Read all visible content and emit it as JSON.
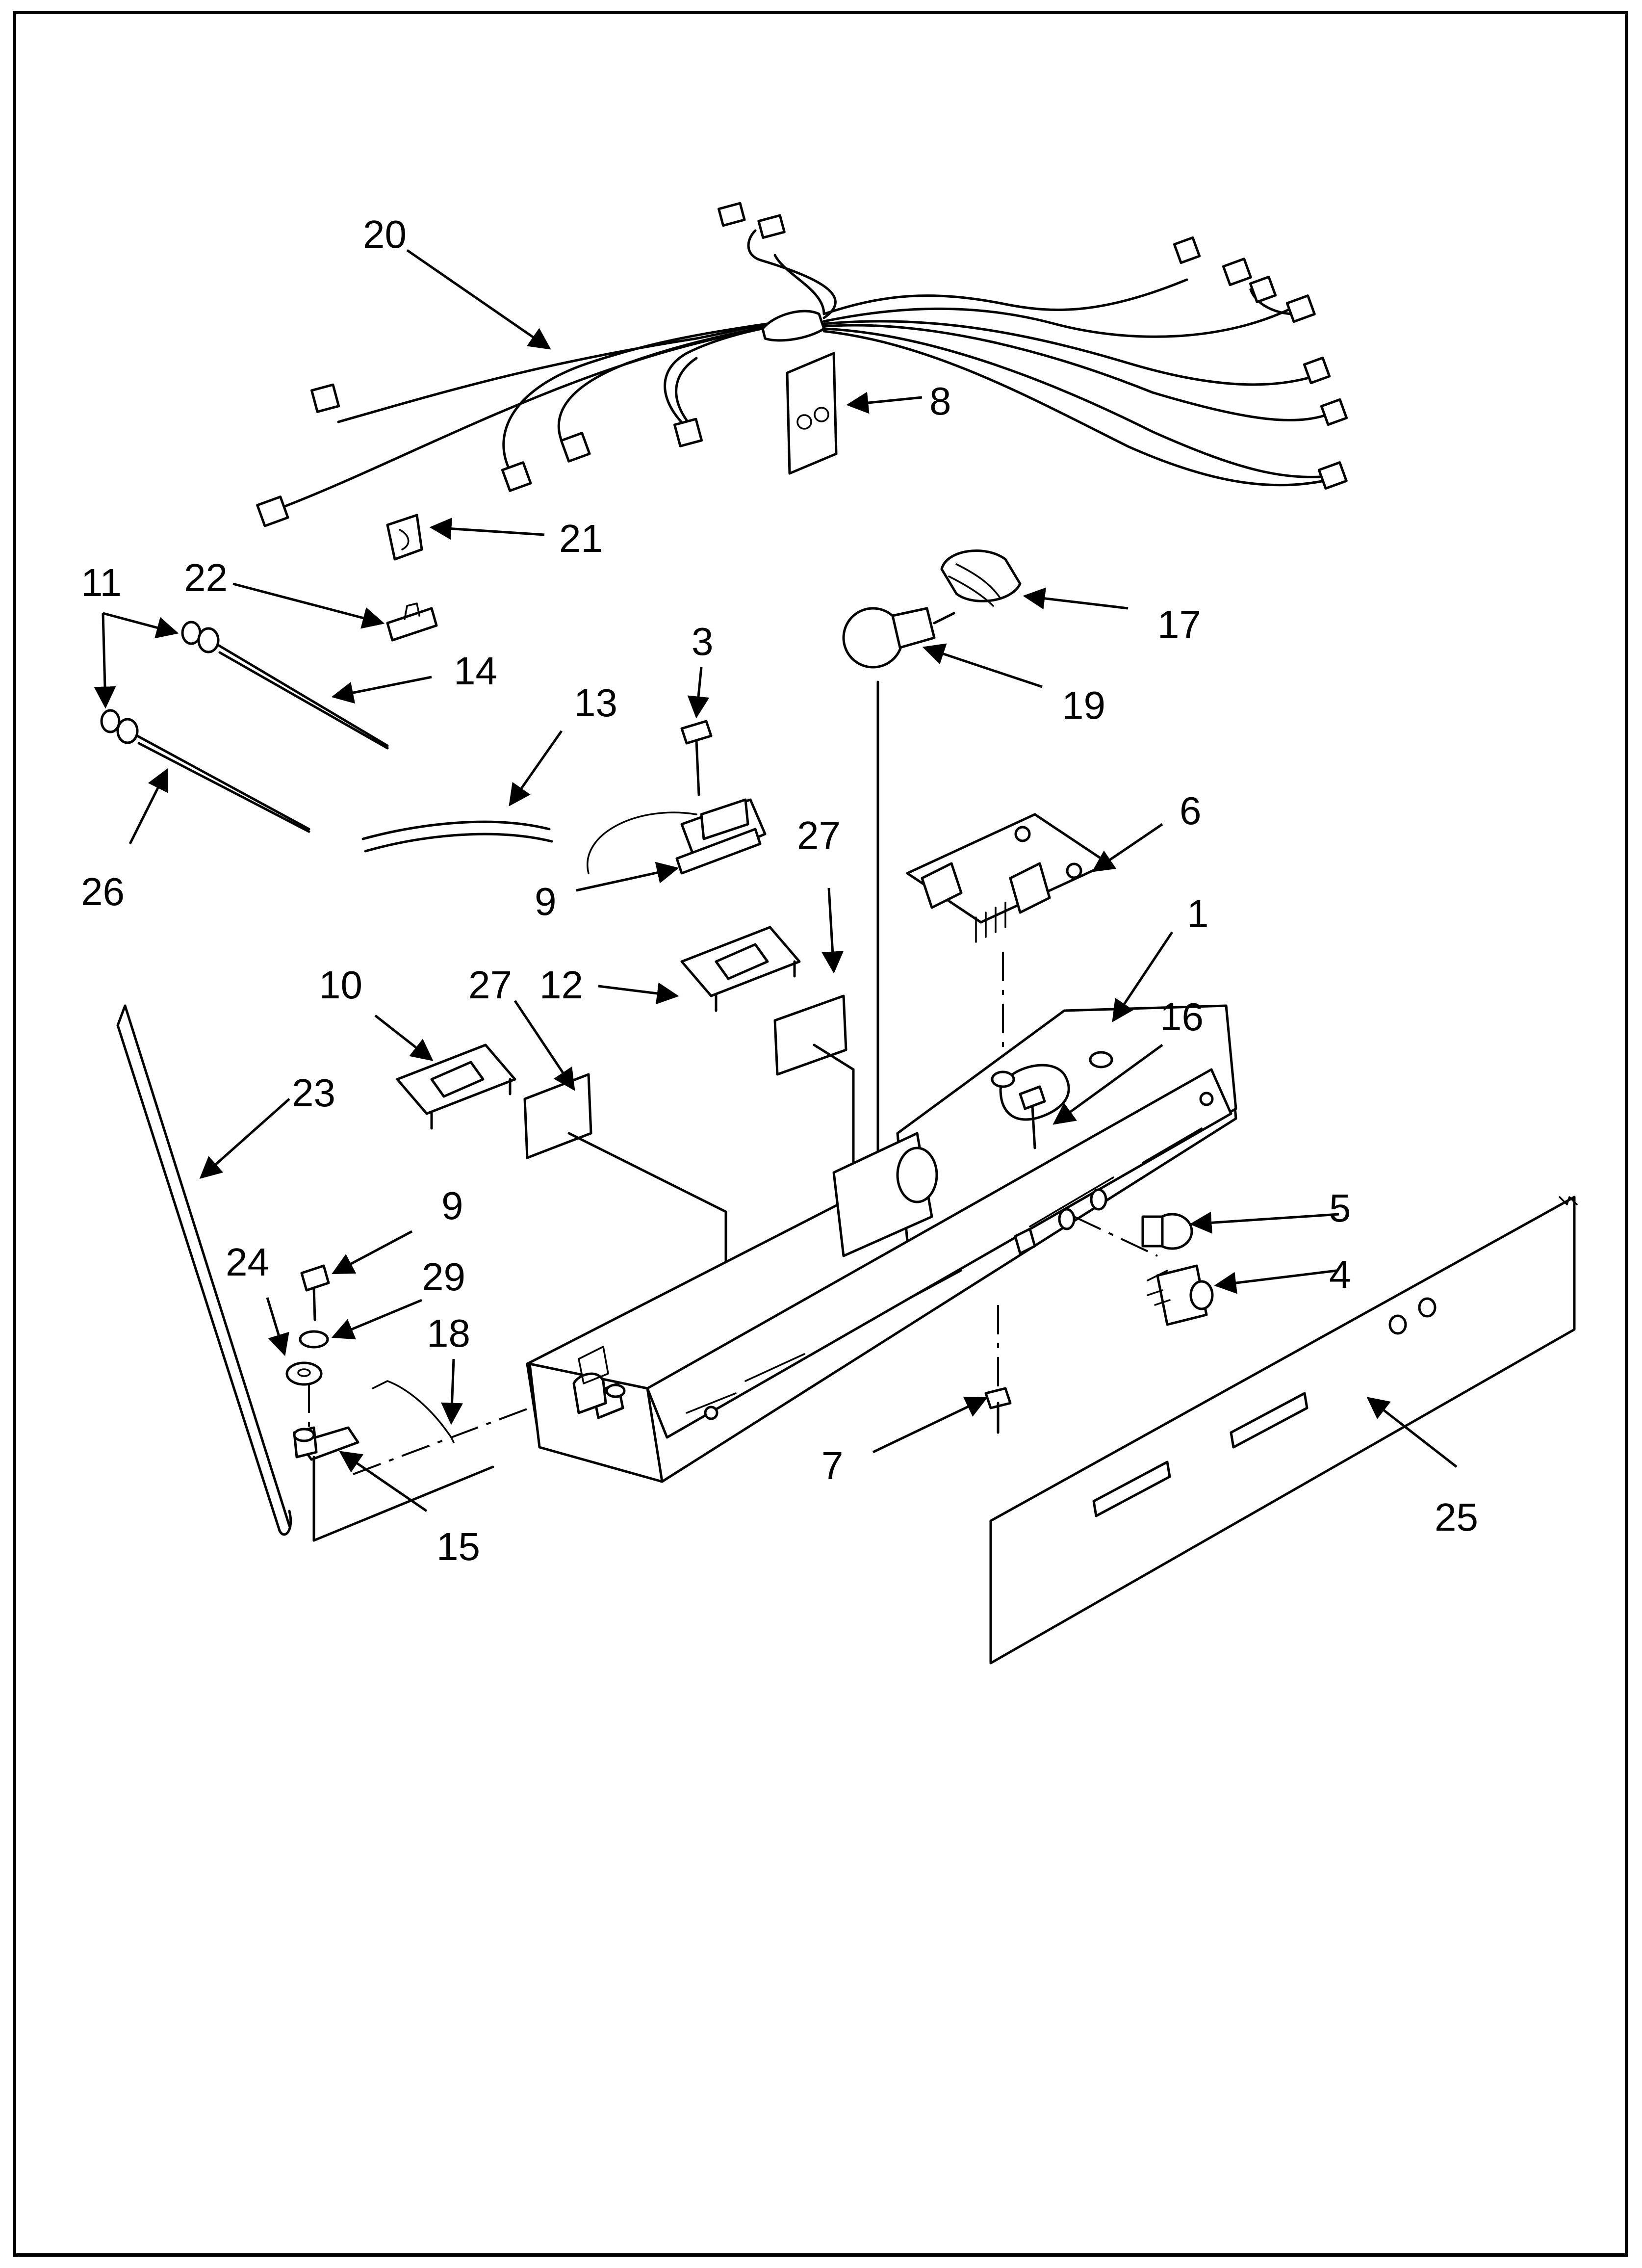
{
  "callouts": {
    "c1": "1",
    "c3": "3",
    "c4": "4",
    "c5": "5",
    "c6": "6",
    "c7": "7",
    "c8": "8",
    "c9a": "9",
    "c9b": "9",
    "c10": "10",
    "c11": "11",
    "c12": "12",
    "c13": "13",
    "c14": "14",
    "c15": "15",
    "c16": "16",
    "c17": "17",
    "c18": "18",
    "c19": "19",
    "c20": "20",
    "c21": "21",
    "c22": "22",
    "c23": "23",
    "c24": "24",
    "c25": "25",
    "c26": "26",
    "c27a": "27",
    "c27b": "27",
    "c29": "29"
  }
}
